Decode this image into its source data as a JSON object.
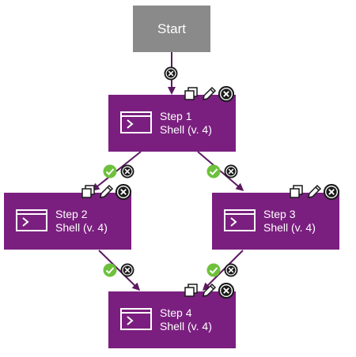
{
  "start": {
    "label": "Start"
  },
  "steps": [
    {
      "id": "step1",
      "title": "Step 1",
      "subtitle": "Shell (v. 4)",
      "icon": "shell-icon"
    },
    {
      "id": "step2",
      "title": "Step 2",
      "subtitle": "Shell (v. 4)",
      "icon": "shell-icon"
    },
    {
      "id": "step3",
      "title": "Step 3",
      "subtitle": "Shell (v. 4)",
      "icon": "shell-icon"
    },
    {
      "id": "step4",
      "title": "Step 4",
      "subtitle": "Shell (v. 4)",
      "icon": "shell-icon"
    }
  ],
  "node_tools": [
    "copy-icon",
    "edit-pencil-icon",
    "delete-icon"
  ],
  "edges": [
    {
      "from": "start",
      "to": "step1",
      "badges": [
        "remove-link-icon"
      ]
    },
    {
      "from": "step1",
      "to": "step2",
      "badges": [
        "success-check-icon",
        "remove-link-icon"
      ]
    },
    {
      "from": "step1",
      "to": "step3",
      "badges": [
        "success-check-icon",
        "remove-link-icon"
      ]
    },
    {
      "from": "step2",
      "to": "step4",
      "badges": [
        "success-check-icon",
        "remove-link-icon"
      ]
    },
    {
      "from": "step3",
      "to": "step4",
      "badges": [
        "success-check-icon",
        "remove-link-icon"
      ]
    }
  ],
  "colors": {
    "start_fill": "#8a8a8a",
    "step_fill": "#7a1f7f",
    "connector": "#5b1a60",
    "success": "#6dc13c",
    "icon_dark": "#1a1a1a"
  }
}
